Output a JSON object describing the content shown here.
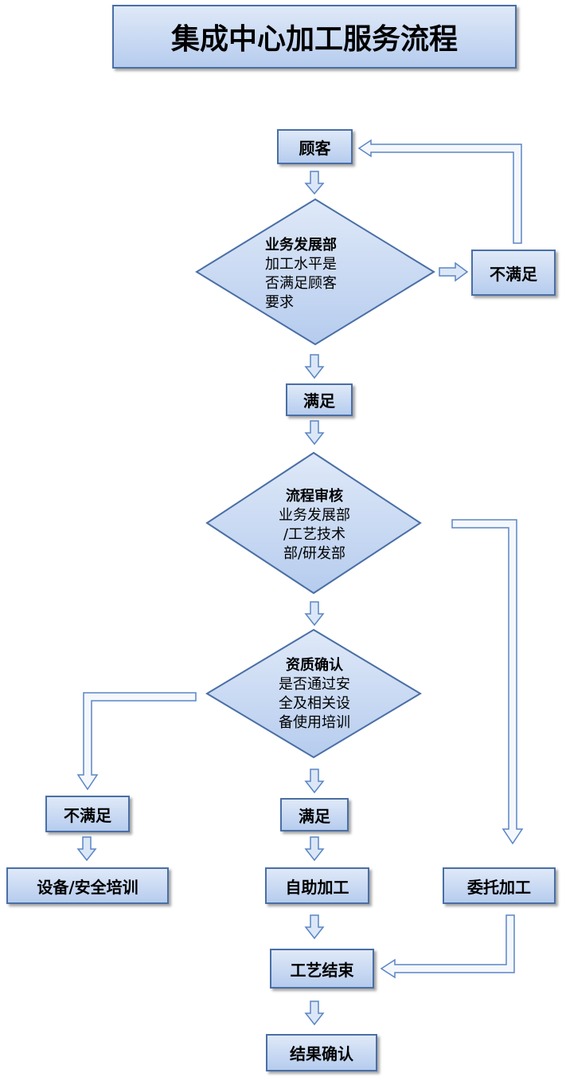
{
  "title": "集成中心加工服务流程",
  "nodes": {
    "customer": "顾客",
    "not_satisfied_1": "不满足",
    "satisfied_1": "满足",
    "not_satisfied_2": "不满足",
    "satisfied_2": "满足",
    "training": "设备/安全培训",
    "self_processing": "自助加工",
    "entrusted_processing": "委托加工",
    "process_end": "工艺结束",
    "result_confirm": "结果确认"
  },
  "decisions": {
    "business": {
      "heading": "业务发展部",
      "lines": [
        "加工水平是",
        "否满足顾客",
        "要求"
      ]
    },
    "review": {
      "heading": "流程审核",
      "lines": [
        "业务发展部",
        "/工艺技术",
        "部/研发部"
      ]
    },
    "qualification": {
      "heading": "资质确认",
      "lines": [
        "是否通过安",
        "全及相关设",
        "备使用培训"
      ]
    }
  },
  "colors": {
    "fill_top": "#dfe9f8",
    "fill_bottom": "#b6ccee",
    "border": "#4a6fa5"
  }
}
